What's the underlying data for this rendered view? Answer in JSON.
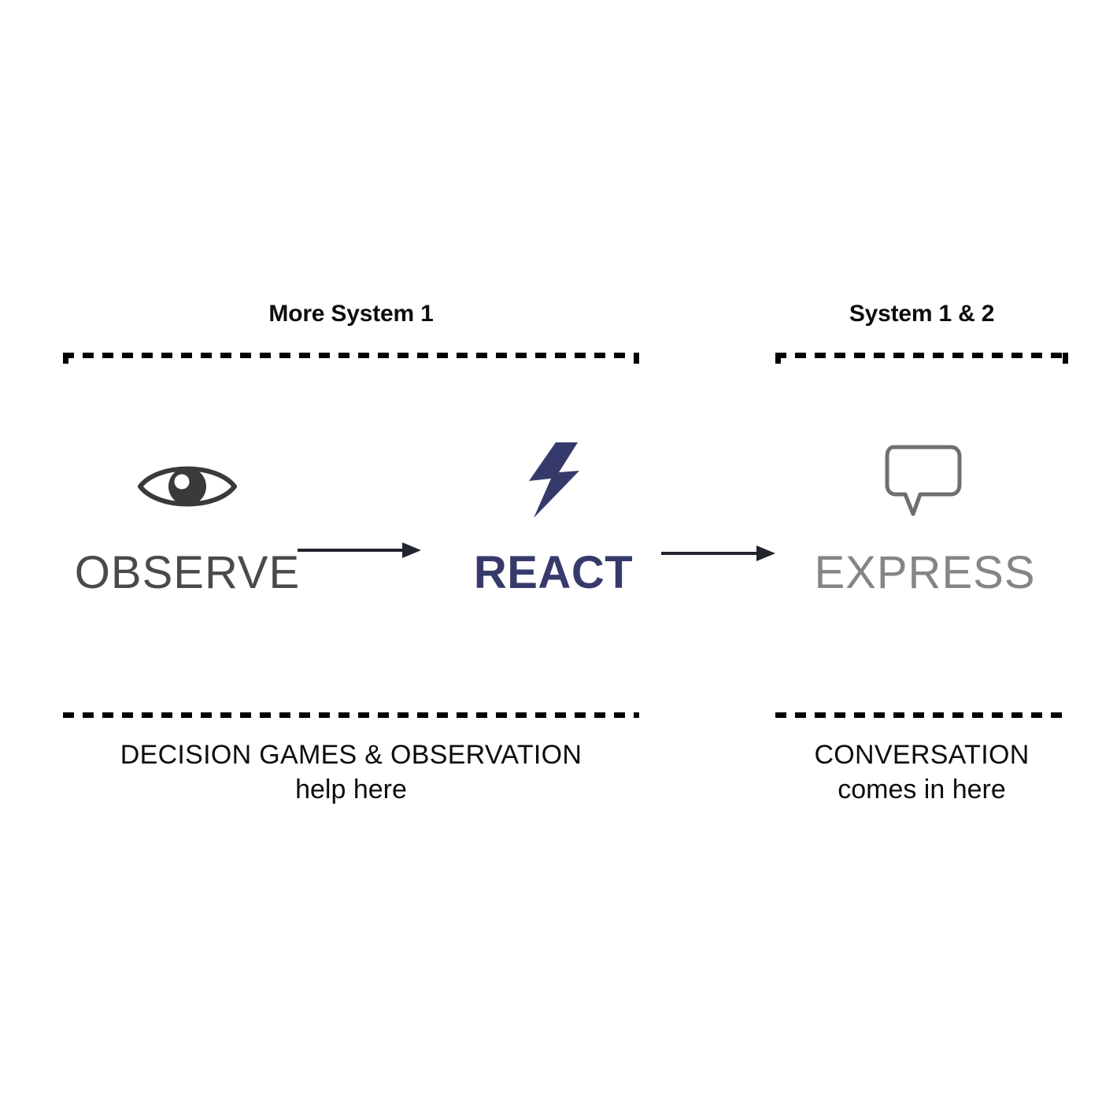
{
  "diagram": {
    "title_implicit": "",
    "background": "#ffffff",
    "groups": [
      {
        "id": "left",
        "header": "More System 1",
        "caption_line1": "DECISION GAMES & OBSERVATION",
        "caption_line2": "help here",
        "stages": [
          {
            "id": "observe",
            "label": "OBSERVE",
            "icon": "eye-icon",
            "color": "#4a4a4c"
          },
          {
            "id": "react",
            "label": "REACT",
            "icon": "lightning-bolt-icon",
            "color": "#363a6b"
          }
        ]
      },
      {
        "id": "right",
        "header": "System 1 & 2",
        "caption_line1": "CONVERSATION",
        "caption_line2": "comes in here",
        "stages": [
          {
            "id": "express",
            "label": "EXPRESS",
            "icon": "speech-bubble-icon",
            "color": "#858585"
          }
        ]
      }
    ],
    "arrows": [
      {
        "id": "observe-to-react",
        "from": "observe",
        "to": "react",
        "direction": "right"
      },
      {
        "id": "react-to-express",
        "from": "react",
        "to": "express",
        "direction": "right"
      }
    ],
    "colors": {
      "accent_navy": "#363a6b",
      "observe_gray": "#4a4a4c",
      "express_gray": "#858585",
      "border_black": "#000000",
      "text_black": "#0d0d0d",
      "arrow_dark": "#22252e"
    }
  }
}
